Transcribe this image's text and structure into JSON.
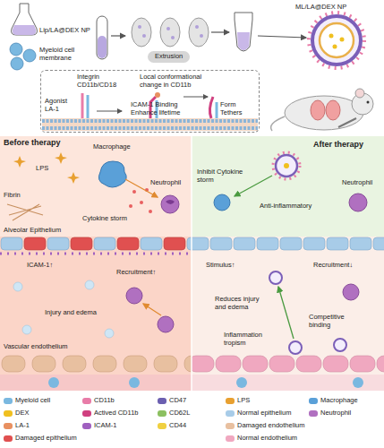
{
  "diagram": {
    "nodes": [
      {
        "text": [
          "Extrusion"
        ]
      },
      {
        "text": [
          "Integrin CD11b/CD18",
          "Local conformational change in CD11b",
          "Agonist LA-1",
          "ICAM-1 Binding Enhance lifetime",
          "Form Tethers"
        ]
      },
      {
        "text": [
          "Before therapy",
          "LPS",
          "Macrophage",
          "Fibrin",
          "Neutrophil",
          "Cytokine storm",
          "Alveolar Epithelium",
          "ICAM-1↑",
          "Recruitment↑",
          "Injury and edema",
          "Vascular endothelium"
        ]
      },
      {
        "text": [
          "After therapy",
          "Inhibit Cytokine storm",
          "Anti-inflammatory",
          "Neutrophil",
          "Stimulus↑",
          "Recruitment↓",
          "Reduces injury and edema",
          "Inflammation tropism",
          "Competitive binding"
        ]
      }
    ],
    "labels": [
      "Lip/LA@DEX NP",
      "Myeloid cell membrane",
      "ML/LA@DEX NP"
    ],
    "legend": [
      {
        "text": "Myeloid cell",
        "color": "#7ab8e0"
      },
      {
        "text": "CD11b",
        "color": "#e87ca8"
      },
      {
        "text": "CD47",
        "color": "#6b5fb0"
      },
      {
        "text": "LPS",
        "color": "#e8a030"
      },
      {
        "text": "Macrophage",
        "color": "#5aa0d8"
      },
      {
        "text": "DEX",
        "color": "#f0c020"
      },
      {
        "text": "Actived CD11b",
        "color": "#d04080"
      },
      {
        "text": "CD62L",
        "color": "#8cc060"
      },
      {
        "text": "Normal epithelium",
        "color": "#a8cce8"
      },
      {
        "text": "Neutrophil",
        "color": "#b070c0"
      },
      {
        "text": "LA-1",
        "color": "#e89060"
      },
      {
        "text": "ICAM-1",
        "color": "#a060c0"
      },
      {
        "text": "CD44",
        "color": "#f0d040"
      },
      {
        "text": "Damaged endothelium",
        "color": "#e8c0a0"
      },
      {
        "text": "Damaged epithelium",
        "color": "#e05050"
      },
      {
        "text": "Normal endothelium",
        "color": "#f0a8c0"
      }
    ]
  }
}
